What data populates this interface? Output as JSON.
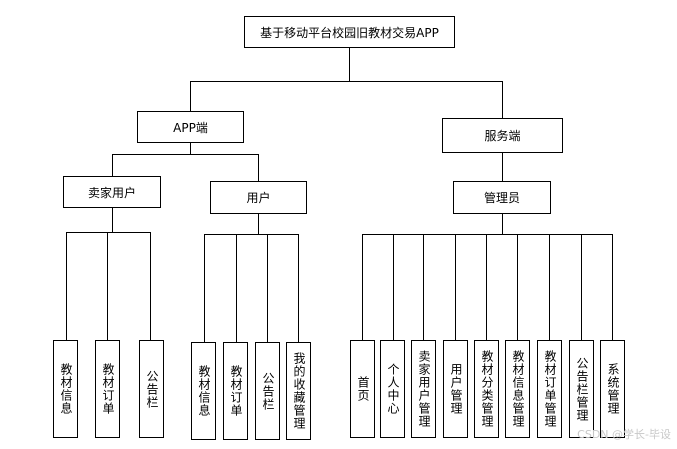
{
  "root": "基于移动平台校园旧教材交易APP",
  "app": {
    "label": "APP端",
    "seller": {
      "label": "卖家用户",
      "items": [
        "教材信息",
        "教材订单",
        "公告栏"
      ]
    },
    "user": {
      "label": "用户",
      "items": [
        "教材信息",
        "教材订单",
        "公告栏",
        "我的收藏管理"
      ]
    }
  },
  "server": {
    "label": "服务端",
    "admin": {
      "label": "管理员",
      "items": [
        "首页",
        "个人中心",
        "卖家用户管理",
        "用户管理",
        "教材分类管理",
        "教材信息管理",
        "教材订单管理",
        "公告栏管理",
        "系统管理"
      ]
    }
  },
  "watermark": "CSDN @学长-毕设"
}
